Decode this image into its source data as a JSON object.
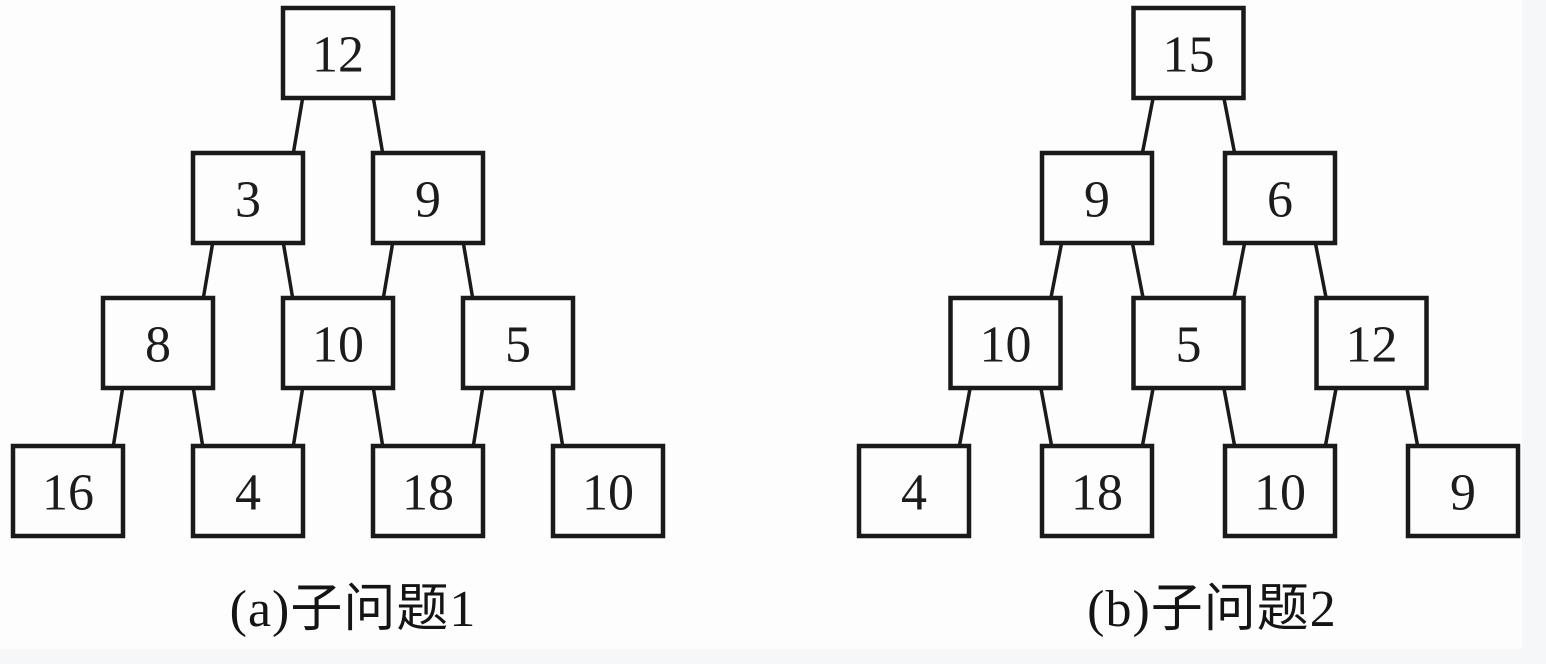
{
  "diagram": {
    "description": "two-number-triangle-subproblem-figures",
    "figures": [
      {
        "id": "a",
        "caption": "(a)子问题1",
        "rows": [
          [
            "12"
          ],
          [
            "3",
            "9"
          ],
          [
            "8",
            "10",
            "5"
          ],
          [
            "16",
            "4",
            "18",
            "10"
          ]
        ]
      },
      {
        "id": "b",
        "caption": "(b)子问题2",
        "rows": [
          [
            "15"
          ],
          [
            "9",
            "6"
          ],
          [
            "10",
            "5",
            "12"
          ],
          [
            "4",
            "18",
            "10",
            "9"
          ]
        ]
      }
    ]
  },
  "colors": {
    "line": "#1a1a1a",
    "node_fill": "#fdfdfd",
    "text": "#1c1c1c",
    "page_background": "#fdfdfd",
    "edge_strip": "#f6f7f9"
  }
}
